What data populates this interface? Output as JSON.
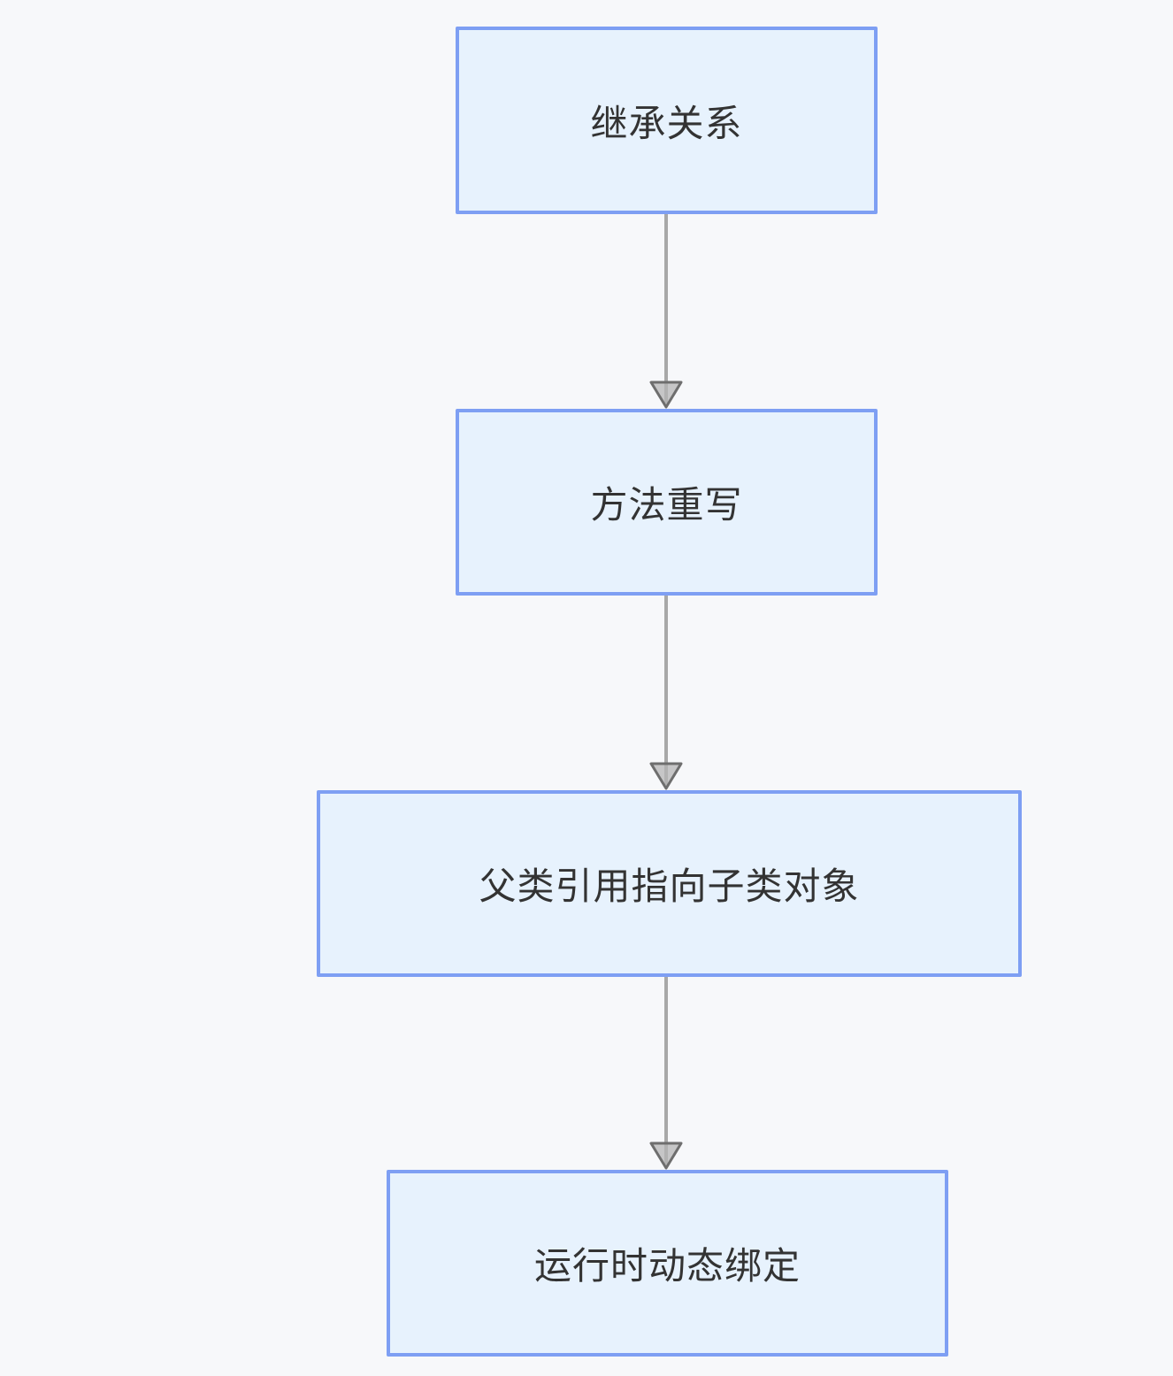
{
  "diagram": {
    "type": "flowchart",
    "direction": "top-down",
    "nodes": [
      {
        "label": "继承关系"
      },
      {
        "label": "方法重写"
      },
      {
        "label": "父类引用指向子类对象"
      },
      {
        "label": "运行时动态绑定"
      }
    ],
    "edges": [
      {
        "from": 0,
        "to": 1
      },
      {
        "from": 1,
        "to": 2
      },
      {
        "from": 2,
        "to": 3
      }
    ],
    "colors": {
      "background": "#f7f8fa",
      "node_fill": "#e7f2fd",
      "node_border": "#7e9ff3",
      "node_text": "#333333",
      "arrow_line": "#a8a8a8",
      "arrow_head_fill": "#b5b5b5",
      "arrow_head_stroke": "#6e6e6e"
    }
  }
}
